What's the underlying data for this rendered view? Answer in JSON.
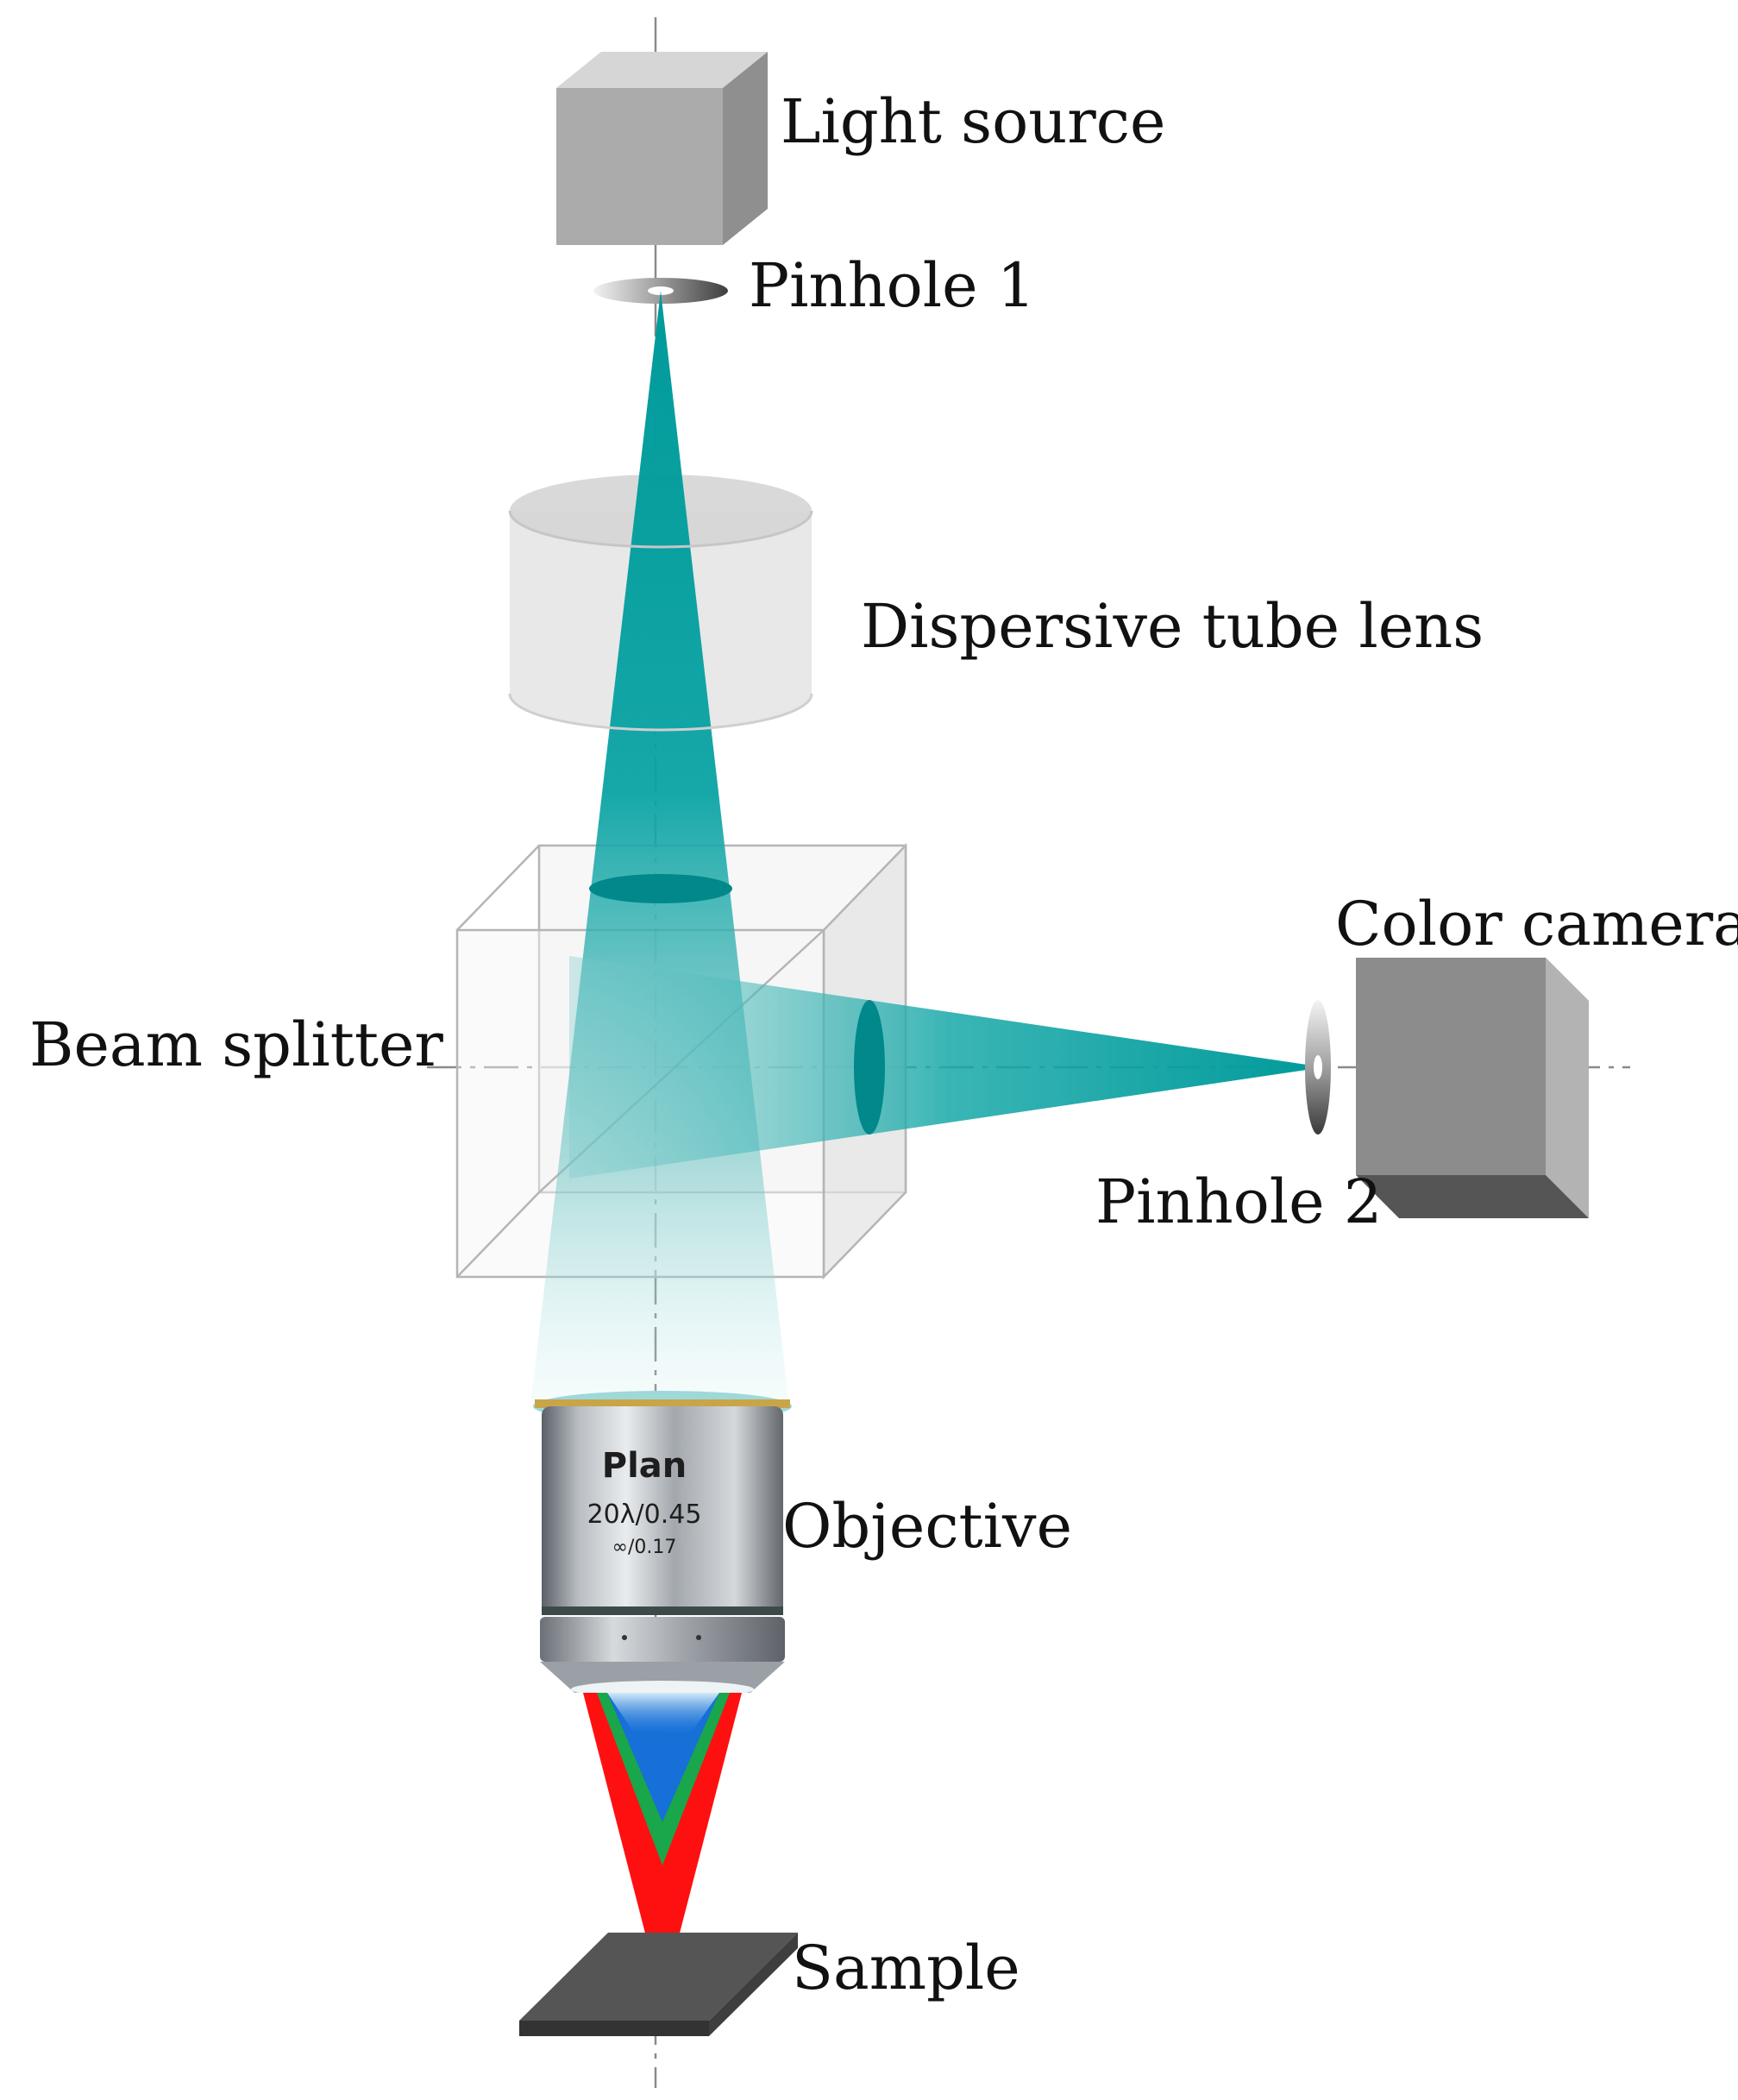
{
  "labels": {
    "light_source": "Light source",
    "pinhole_1": "Pinhole 1",
    "tube_lens": "Dispersive tube lens",
    "beam_splitter": "Beam splitter",
    "color_camera": "Color camera",
    "pinhole_2": "Pinhole 2",
    "objective": "Objective",
    "sample": "Sample"
  },
  "objective_engraving": {
    "line1": "Plan",
    "line2": "20λ/0.45",
    "line3": "∞/0.17"
  },
  "colors": {
    "beam": "#009a9a",
    "blue": "#1670d8",
    "green": "#1aa64a",
    "red": "#ff1010",
    "camera": "#8c8c8c",
    "sample": "#555555"
  }
}
